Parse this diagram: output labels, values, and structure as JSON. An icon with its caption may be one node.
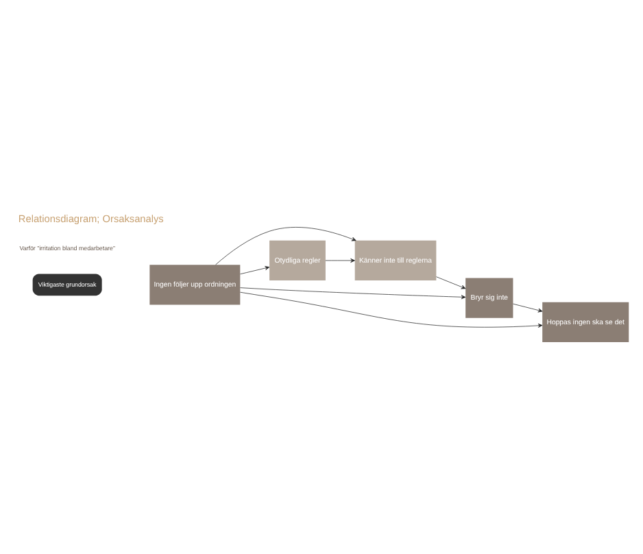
{
  "diagram": {
    "title": "Relationsdiagram; Orsaksanalys",
    "nodes": [
      {
        "text": [
          "Viktigaste grundorsak"
        ]
      },
      {
        "text": [
          "Känner inte till reglerna"
        ]
      },
      {
        "text": [
          "Ingen följer upp ordningen"
        ]
      },
      {
        "text": [
          "Bryr sig inte"
        ]
      },
      {
        "text": [
          "Hoppas ingen ska se det"
        ]
      },
      {
        "text": [
          "Otydliga regler"
        ]
      }
    ],
    "edges": [
      {
        "from": 2,
        "to": 1,
        "arrow": "to"
      },
      {
        "from": 1,
        "to": 3,
        "arrow": "to"
      },
      {
        "from": 2,
        "to": 3,
        "arrow": "to"
      },
      {
        "from": 3,
        "to": 4,
        "arrow": "to"
      },
      {
        "from": 2,
        "to": 5,
        "arrow": "to"
      },
      {
        "from": 2,
        "to": 4,
        "arrow": "to"
      },
      {
        "from": 5,
        "to": 1,
        "arrow": "to"
      }
    ],
    "labels": [
      "Varför ”irritation bland medarbetare”"
    ]
  }
}
